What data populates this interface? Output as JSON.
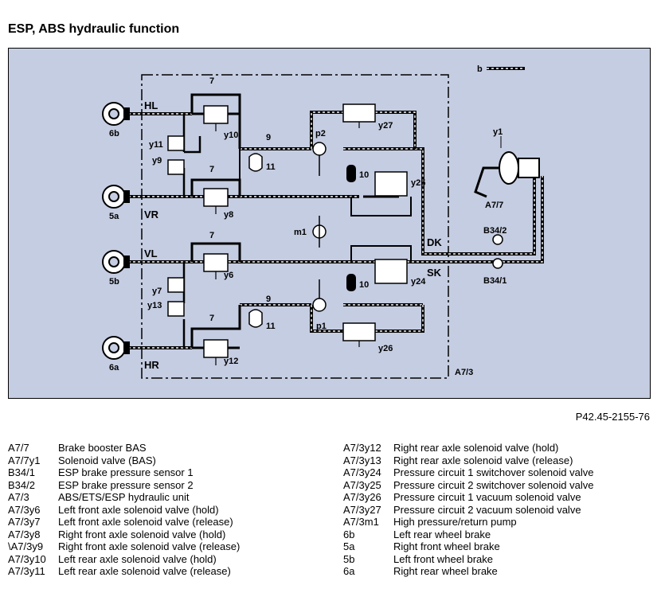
{
  "title": "ESP, ABS hydraulic function",
  "figure_ref": "P42.45-2155-76",
  "diagram": {
    "labels": {
      "b": "b",
      "y1": "y1",
      "a7_7": "A7/7",
      "b34_2": "B34/2",
      "b34_1": "B34/1",
      "dk": "DK",
      "sk": "SK",
      "a7_3": "A7/3",
      "hl": "HL",
      "vr": "VR",
      "vl": "VL",
      "hr": "HR",
      "w6b": "6b",
      "w5a": "5a",
      "w5b": "5b",
      "w6a": "6a",
      "y10": "y10",
      "y11": "y11",
      "y9": "y9",
      "y8": "y8",
      "y6": "y6",
      "y7": "y7",
      "y13": "y13",
      "y12": "y12",
      "y27": "y27",
      "y25": "y25",
      "y24": "y24",
      "y26": "y26",
      "p1": "p1",
      "p2": "p2",
      "m1": "m1",
      "n7": "7",
      "n9": "9",
      "n10": "10",
      "n11": "11"
    }
  },
  "legend_left": [
    {
      "code": "A7/7",
      "desc": "Brake booster BAS"
    },
    {
      "code": "A7/7y1",
      "desc": "Solenoid valve (BAS)"
    },
    {
      "code": "B34/1",
      "desc": "ESP brake pressure sensor 1"
    },
    {
      "code": "B34/2",
      "desc": "ESP brake pressure sensor 2"
    },
    {
      "code": "A7/3",
      "desc": "ABS/ETS/ESP hydraulic unit"
    },
    {
      "code": "A7/3y6",
      "desc": "Left front axle solenoid valve (hold)"
    },
    {
      "code": "A7/3y7",
      "desc": "Left front axle solenoid valve (release)"
    },
    {
      "code": "A7/3y8",
      "desc": "Right front axle solenoid valve (hold)"
    },
    {
      "code": "\\A7/3y9",
      "desc": "Right front axle solenoid valve (release)"
    },
    {
      "code": "A7/3y10",
      "desc": "Left rear axle solenoid valve (hold)"
    },
    {
      "code": "A7/3y11",
      "desc": "Left rear axle solenoid valve (release)"
    }
  ],
  "legend_right": [
    {
      "code": "A7/3y12",
      "desc": "Right rear axle solenoid valve (hold)"
    },
    {
      "code": "A7/3y13",
      "desc": "Right rear axle solenoid valve (release)"
    },
    {
      "code": "A7/3y24",
      "desc": "Pressure circuit 1 switchover solenoid valve"
    },
    {
      "code": "A7/3y25",
      "desc": "Pressure circuit 2 switchover solenoid valve"
    },
    {
      "code": "A7/3y26",
      "desc": "Pressure circuit 1 vacuum solenoid valve"
    },
    {
      "code": "A7/3y27",
      "desc": "Pressure circuit 2 vacuum solenoid valve"
    },
    {
      "code": "A7/3m1",
      "desc": "High pressure/return pump"
    },
    {
      "code": "6b",
      "desc": "Left rear wheel brake"
    },
    {
      "code": "5a",
      "desc": "Right front wheel brake"
    },
    {
      "code": "5b",
      "desc": "Left front wheel brake"
    },
    {
      "code": "6a",
      "desc": "Right rear wheel brake"
    }
  ]
}
